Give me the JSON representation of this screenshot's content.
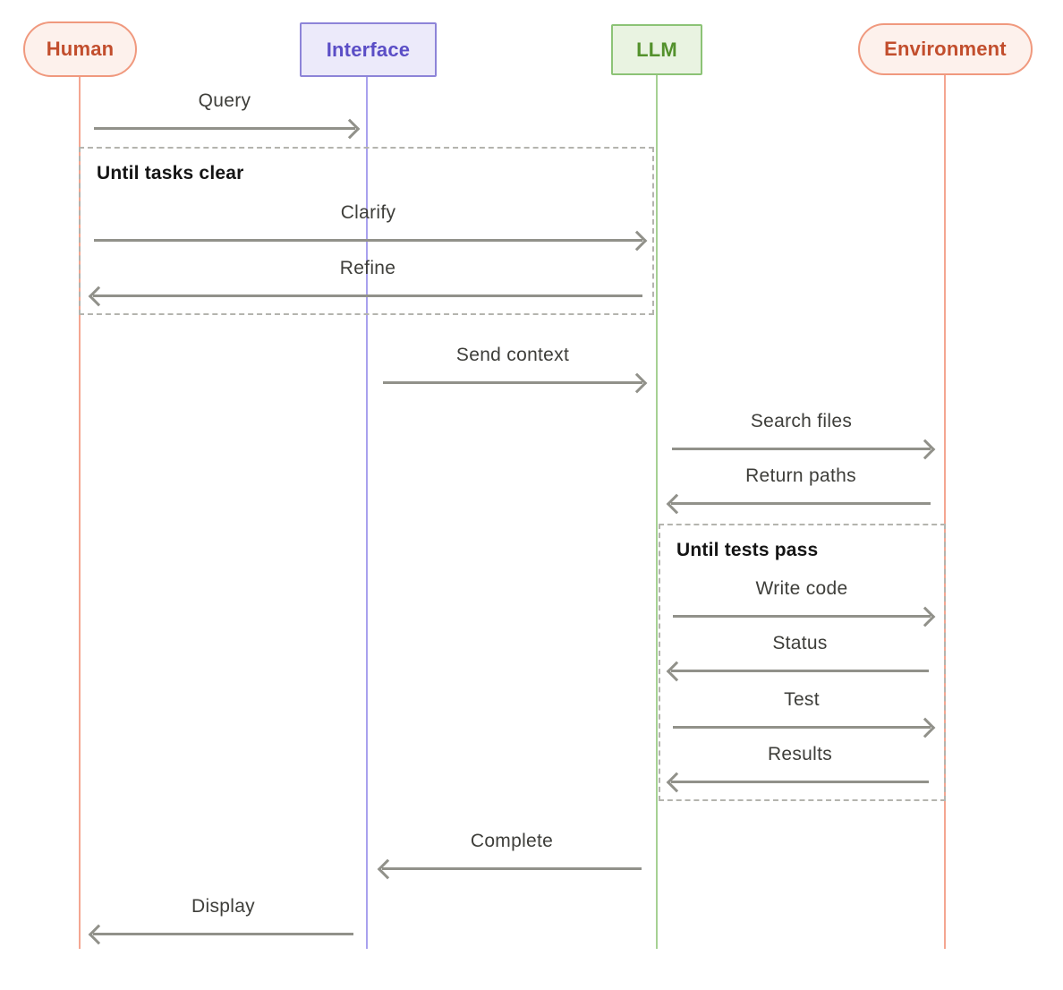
{
  "diagram_type": "sequence-diagram",
  "actors": [
    {
      "id": "human",
      "label": "Human",
      "shape": "pill",
      "theme": "coral"
    },
    {
      "id": "interface",
      "label": "Interface",
      "shape": "rect",
      "theme": "purple"
    },
    {
      "id": "llm",
      "label": "LLM",
      "shape": "rect",
      "theme": "green"
    },
    {
      "id": "environment",
      "label": "Environment",
      "shape": "pill",
      "theme": "coral"
    }
  ],
  "loops": [
    {
      "title": "Until tasks clear",
      "contains": [
        "Clarify",
        "Refine"
      ]
    },
    {
      "title": "Until tests pass",
      "contains": [
        "Write code",
        "Status",
        "Test",
        "Results"
      ]
    }
  ],
  "messages": [
    {
      "label": "Query",
      "from": "Human",
      "to": "Interface",
      "direction": "right"
    },
    {
      "label": "Clarify",
      "from": "Human",
      "to": "LLM",
      "direction": "right"
    },
    {
      "label": "Refine",
      "from": "LLM",
      "to": "Human",
      "direction": "left"
    },
    {
      "label": "Send context",
      "from": "Interface",
      "to": "LLM",
      "direction": "right"
    },
    {
      "label": "Search files",
      "from": "LLM",
      "to": "Environment",
      "direction": "right"
    },
    {
      "label": "Return paths",
      "from": "Environment",
      "to": "LLM",
      "direction": "left"
    },
    {
      "label": "Write code",
      "from": "LLM",
      "to": "Environment",
      "direction": "right"
    },
    {
      "label": "Status",
      "from": "Environment",
      "to": "LLM",
      "direction": "left"
    },
    {
      "label": "Test",
      "from": "LLM",
      "to": "Environment",
      "direction": "right"
    },
    {
      "label": "Results",
      "from": "Environment",
      "to": "LLM",
      "direction": "left"
    },
    {
      "label": "Complete",
      "from": "LLM",
      "to": "Interface",
      "direction": "left"
    },
    {
      "label": "Display",
      "from": "Interface",
      "to": "Human",
      "direction": "left"
    }
  ],
  "colors": {
    "page-bg": "#ffffff",
    "coral-bg": "#fdf1ec",
    "coral-border": "#f0997e",
    "coral-text": "#c24e2d",
    "coral-line": "#f4a691",
    "purple-bg": "#eceafa",
    "purple-border": "#8d84d8",
    "purple-text": "#5b4ec6",
    "purple-line": "#a9a1ee",
    "green-bg": "#e9f3e1",
    "green-border": "#8cc376",
    "green-text": "#53912c",
    "green-line": "#a6d194",
    "arrow": "#91918a",
    "label-text": "#3e3e3a",
    "loop-border": "#b4b4ae",
    "loop-title": "#141414"
  }
}
